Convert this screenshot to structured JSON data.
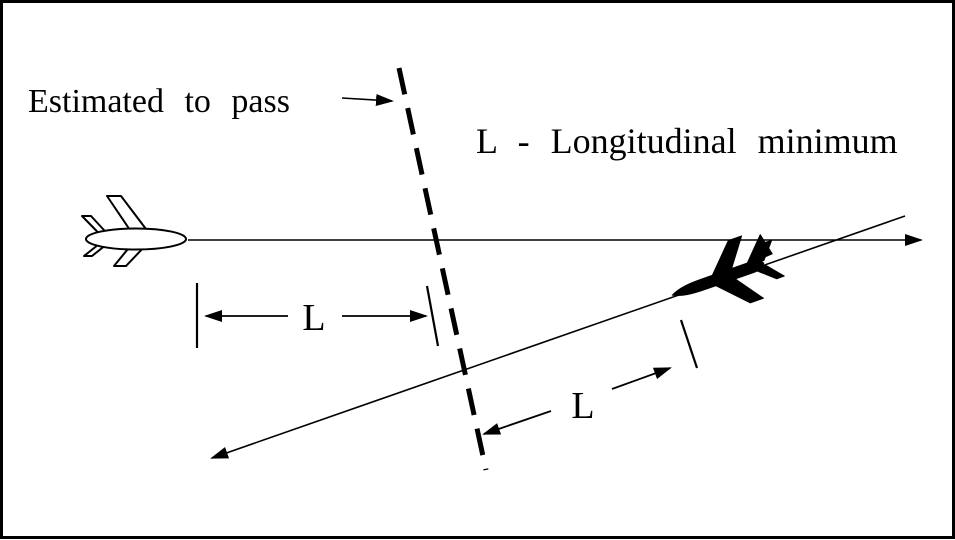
{
  "diagram": {
    "callout": {
      "label": "Estimated to pass"
    },
    "legend": {
      "label": "L - Longitudinal minimum"
    },
    "measures": {
      "horizontal_label": "L",
      "crossing_label": "L"
    },
    "colors": {
      "ink": "#000000",
      "background": "#ffffff"
    },
    "icons": {
      "first_aircraft": "outline-airplane-icon",
      "second_aircraft": "silhouette-airplane-icon"
    }
  }
}
